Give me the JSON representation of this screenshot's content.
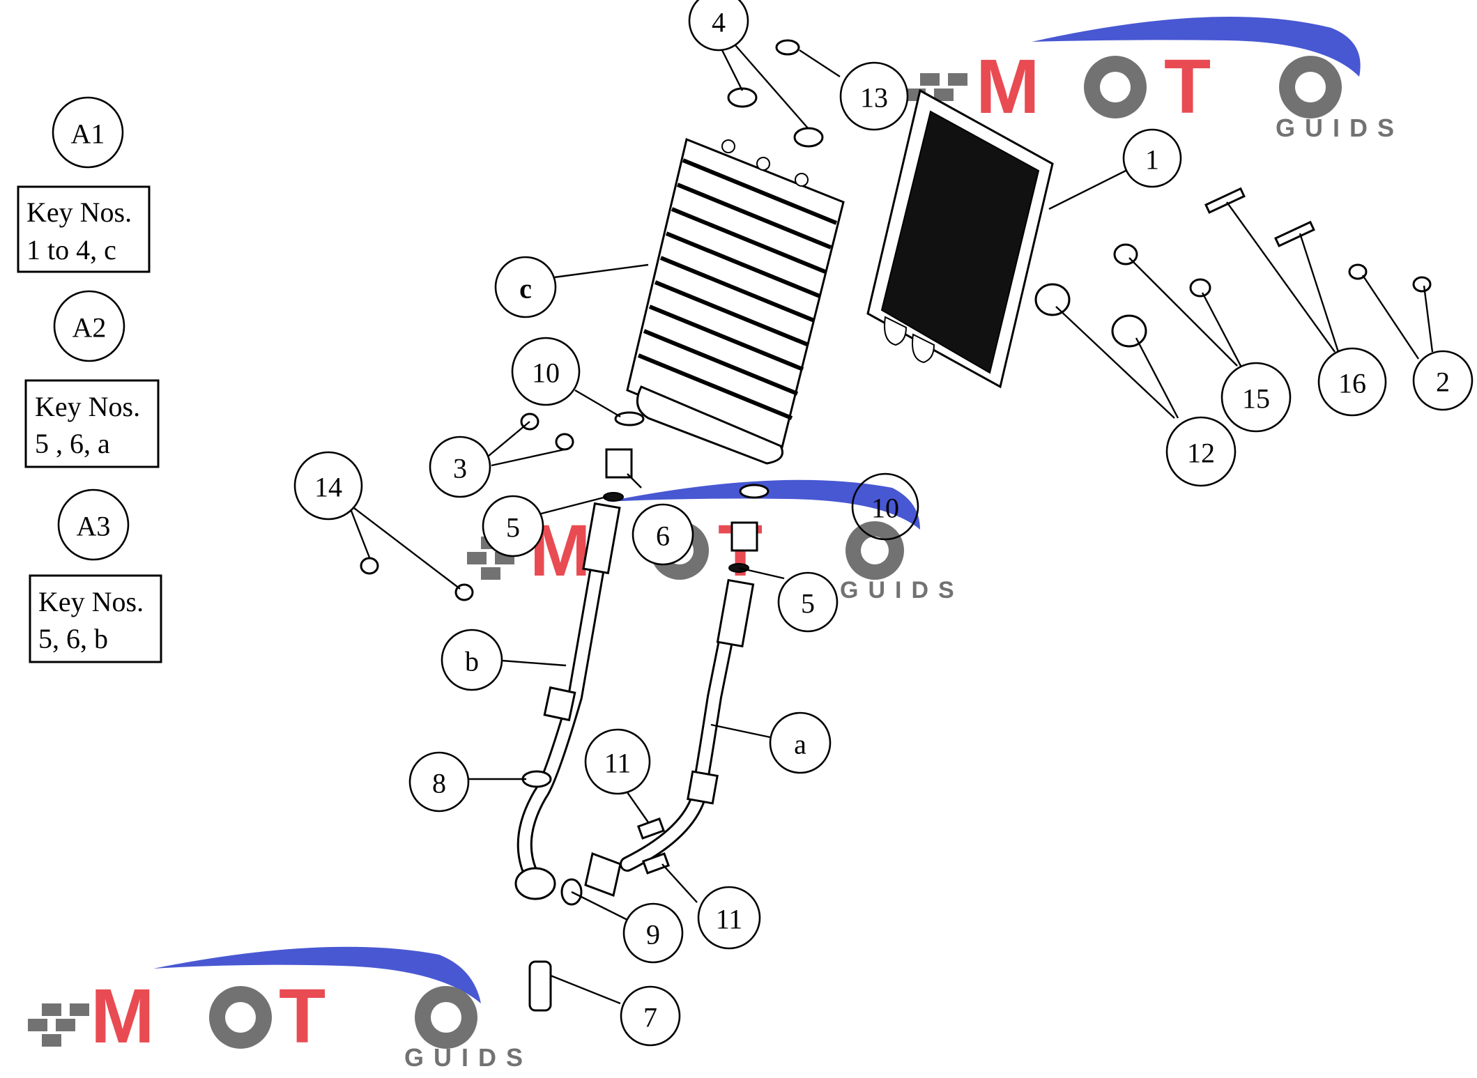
{
  "kits": [
    {
      "id": "A1",
      "line1": "Key Nos.",
      "line2": "1 to 4, c"
    },
    {
      "id": "A2",
      "line1": "Key Nos.",
      "line2": "5 , 6, a"
    },
    {
      "id": "A3",
      "line1": "Key Nos.",
      "line2": "5, 6, b"
    }
  ],
  "callouts": {
    "c1": "1",
    "c2": "2",
    "c3": "3",
    "c4": "4",
    "c5a": "5",
    "c5b": "5",
    "c6": "6",
    "c7": "7",
    "c8": "8",
    "c9": "9",
    "c10a": "10",
    "c10b": "10",
    "c11a": "11",
    "c11b": "11",
    "c12": "12",
    "c13": "13",
    "c14": "14",
    "c15": "15",
    "c16": "16",
    "ca": "a",
    "cb": "b",
    "cc": "c"
  },
  "watermark": {
    "brand": "MOTO",
    "sub": "GUIDS",
    "colors": {
      "red": "#e8424a",
      "blue": "#3f4fd0",
      "gray": "#6b6b6b"
    }
  }
}
